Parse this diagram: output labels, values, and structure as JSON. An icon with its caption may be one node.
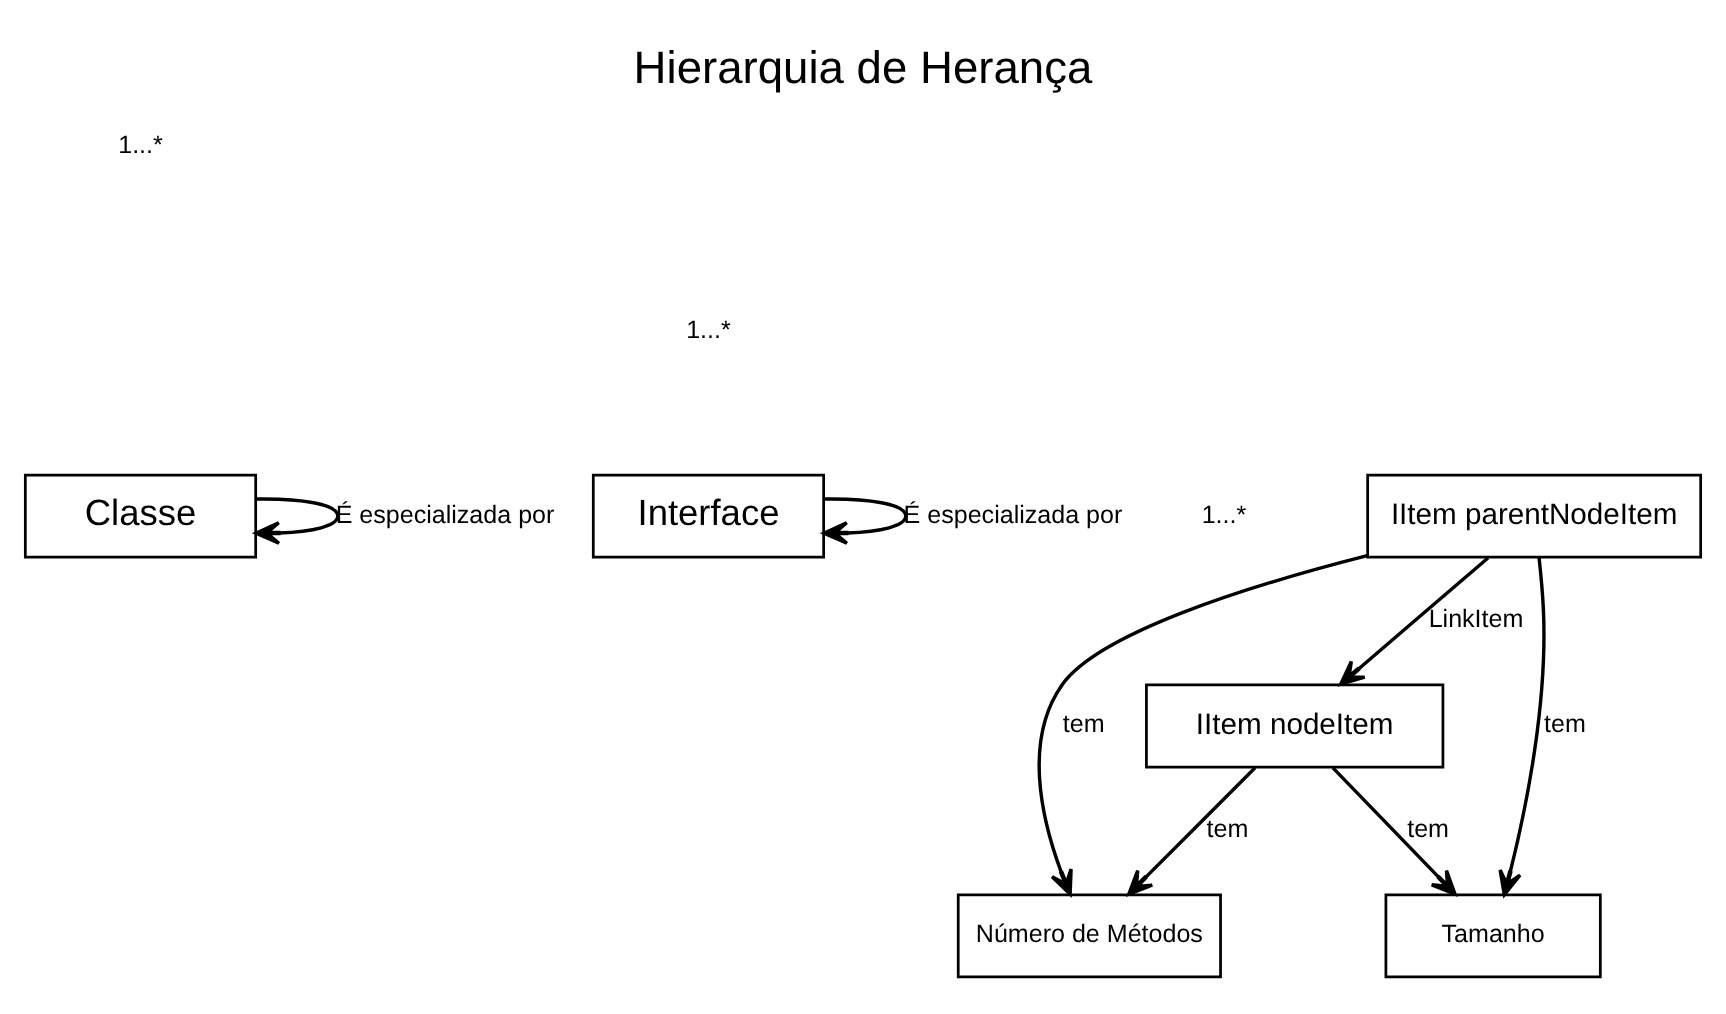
{
  "diagram": {
    "title": "Hierarquia de Herança",
    "nodes": [
      {
        "text": [
          "Classe"
        ]
      },
      {
        "text": [
          "Interface"
        ]
      },
      {
        "text": [
          "IItem parentNodeItem"
        ]
      },
      {
        "text": [
          "IItem nodeItem"
        ]
      },
      {
        "text": [
          "Número de Métodos"
        ]
      },
      {
        "text": [
          "Tamanho"
        ]
      }
    ],
    "edges": [
      {
        "from": 0,
        "to": 0,
        "arrow": "to",
        "label": "É especializada por"
      },
      {
        "from": 1,
        "to": 1,
        "arrow": "to",
        "label": "É especializada por"
      },
      {
        "from": 2,
        "to": 4,
        "arrow": "to",
        "label": "tem"
      },
      {
        "from": 2,
        "to": 3,
        "arrow": "to",
        "label": "LinkItem"
      },
      {
        "from": 2,
        "to": 5,
        "arrow": "to",
        "label": "tem"
      },
      {
        "from": 3,
        "to": 4,
        "arrow": "to",
        "label": "tem"
      },
      {
        "from": 3,
        "to": 5,
        "arrow": "to",
        "label": "tem"
      }
    ],
    "labels": [
      "1...*",
      "1...*",
      "1...*"
    ]
  }
}
